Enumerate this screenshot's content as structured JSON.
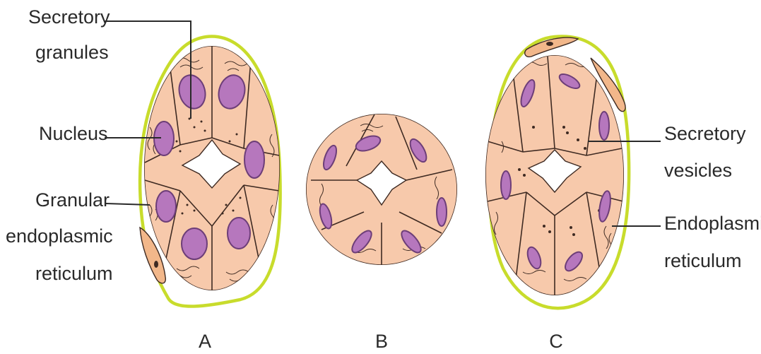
{
  "labels": {
    "secretory_granules_line1": "Secretory",
    "secretory_granules_line2": "granules",
    "nucleus": "Nucleus",
    "granular_er_line1": "Granular",
    "granular_er_line2": "endoplasmic",
    "granular_er_line3": "reticulum",
    "secretory_vesicles_line1": "Secretory",
    "secretory_vesicles_line2": "vesicles",
    "er_line1": "Endoplasmic",
    "er_line2": "reticulum"
  },
  "panels": [
    "A",
    "B",
    "C"
  ],
  "colors": {
    "cell_fill": "#f7c9ab",
    "nucleus_fill": "#b677bd",
    "basement_membrane": "#c8dc2c",
    "outline": "#3e2a22"
  }
}
